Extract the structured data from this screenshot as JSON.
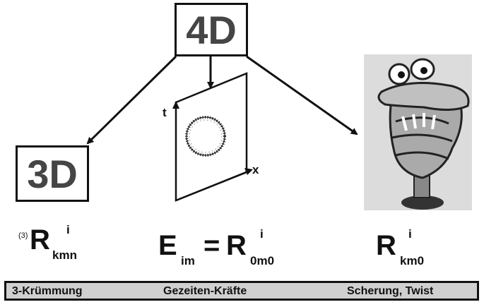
{
  "boxes": {
    "top": "4D",
    "left": "3D"
  },
  "axes": {
    "t": "t",
    "x": "x"
  },
  "formulas": {
    "riemann_3": {
      "prefix": "(3)",
      "symbol": "R",
      "sup": "i",
      "sub": "kmn"
    },
    "tidal": {
      "lhs": "E",
      "lhs_sub": "im",
      "eq": "=",
      "symbol": "R",
      "sup": "i",
      "sub": "0m0"
    },
    "shear": {
      "symbol": "R",
      "sup": "i",
      "sub": "km0"
    }
  },
  "bottom_bar": {
    "left": "3-Krümmung",
    "center": "Gezeiten-Kräfte",
    "right": "Scherung, Twist"
  },
  "colors": {
    "box_text": "#454545",
    "bar_background": "#d0d0d0",
    "outline": "#111111"
  },
  "icons": {
    "cartoon": "cartoon-figure-icon"
  }
}
